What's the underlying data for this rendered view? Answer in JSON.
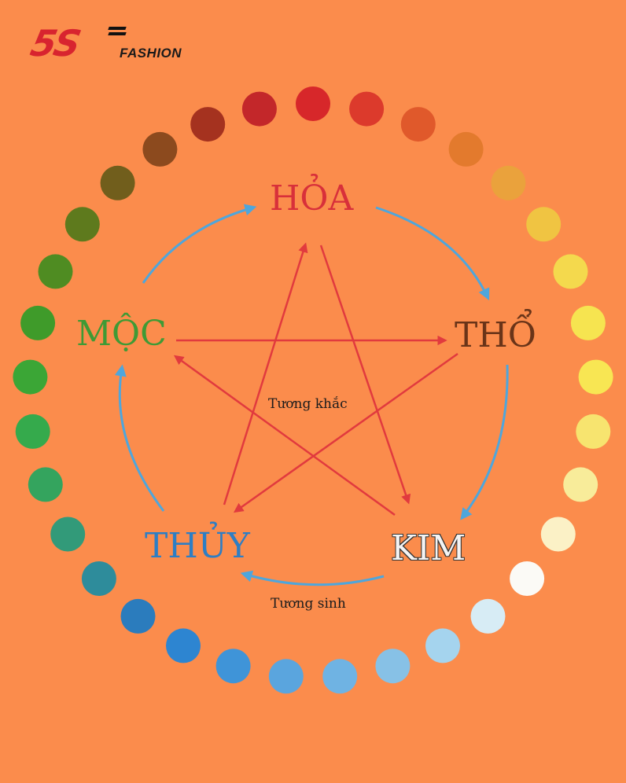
{
  "brand": {
    "mark": "5S",
    "word": "FASHION",
    "mark_color": "#d8242f",
    "word_color": "#1a1a1a"
  },
  "elements": {
    "hoa": {
      "label": "HỎA",
      "color": "#d8303a"
    },
    "tho": {
      "label": "THỔ",
      "color": "#6a3418"
    },
    "kim": {
      "label": "KIM",
      "color": "#f4f4f4",
      "outline": "#333333"
    },
    "thuy": {
      "label": "THỦY",
      "color": "#2d7ec4"
    },
    "moc": {
      "label": "MỘC",
      "color": "#3f9a35"
    }
  },
  "captions": {
    "tuong_khac": "Tương khắc",
    "tuong_sinh": "Tương sinh"
  },
  "colors": {
    "background": "#fb8c4c",
    "generation_arrow": "#4ea6dc",
    "control_arrow": "#e13a3e"
  },
  "color_wheel": [
    "#d7272a",
    "#dc3a2c",
    "#e0592b",
    "#e37a2d",
    "#eaa23c",
    "#f0c442",
    "#f4d94d",
    "#f6e450",
    "#f8e653",
    "#f7e46f",
    "#f8ec9a",
    "#fbf1c6",
    "#fbfaf6",
    "#d7ecf5",
    "#a5d4ee",
    "#87c1e6",
    "#6fb3e3",
    "#5aa5de",
    "#3f94d8",
    "#2d85d1",
    "#2b7cbd",
    "#2e8c9b",
    "#329a79",
    "#34a45e",
    "#35aa4c",
    "#3ba636",
    "#3f9b2a",
    "#4f8c22",
    "#5e7a1d",
    "#715e1c",
    "#8c4a1e",
    "#a5321f",
    "#c3272a"
  ]
}
